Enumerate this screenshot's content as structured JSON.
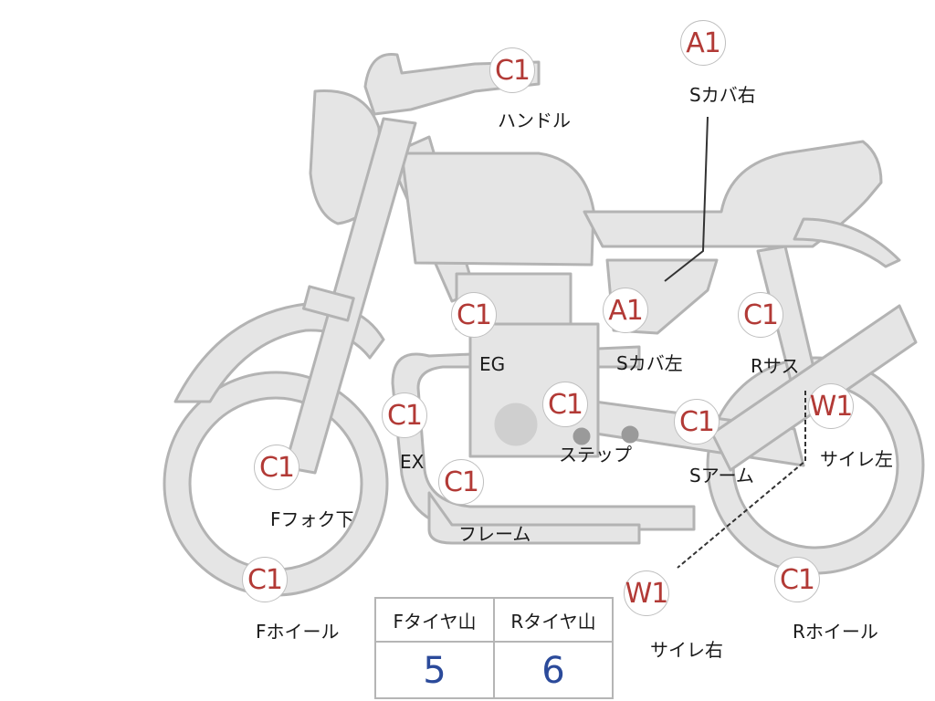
{
  "colors": {
    "bike_fill": "#e5e5e5",
    "bike_stroke": "#b3b3b3",
    "marker_text": "#b23a36",
    "value_text": "#2b4a9a"
  },
  "markers": {
    "handle": {
      "code": "C1",
      "label": "ハンドル"
    },
    "scover_r": {
      "code": "A1",
      "label": "Sカバ右"
    },
    "engine": {
      "code": "C1",
      "label": "EG"
    },
    "scover_l": {
      "code": "A1",
      "label": "Sカバ左"
    },
    "rsus": {
      "code": "C1",
      "label": "Rサス"
    },
    "ex": {
      "code": "C1",
      "label": "EX"
    },
    "step": {
      "code": "C1",
      "label": "ステップ"
    },
    "sarm": {
      "code": "C1",
      "label": "Sアーム"
    },
    "muff_l": {
      "code": "W1",
      "label": "サイレ左"
    },
    "ffork": {
      "code": "C1",
      "label": "Fフォク下"
    },
    "frame": {
      "code": "C1",
      "label": "フレーム"
    },
    "fwheel": {
      "code": "C1",
      "label": "Fホイール"
    },
    "muff_r": {
      "code": "W1",
      "label": "サイレ右"
    },
    "rwheel": {
      "code": "C1",
      "label": "Rホイール"
    }
  },
  "tire_table": {
    "front_header": "Fタイヤ山",
    "rear_header": "Rタイヤ山",
    "front_value": "5",
    "rear_value": "6"
  }
}
